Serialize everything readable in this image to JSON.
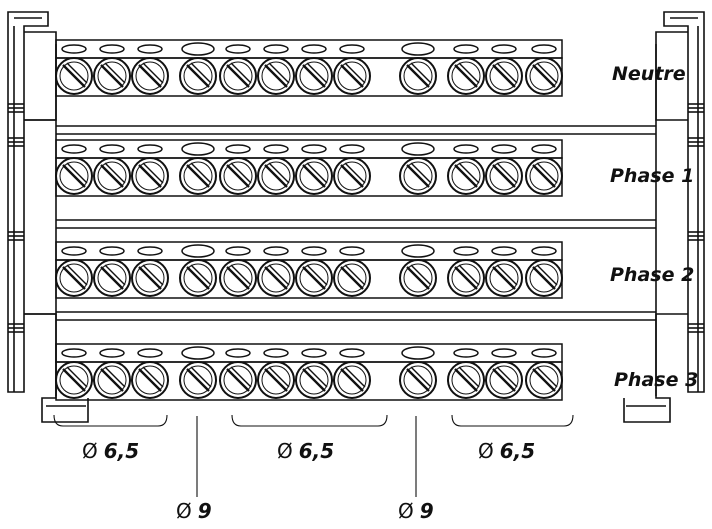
{
  "diagram": {
    "bars": [
      {
        "label": "Neutre"
      },
      {
        "label": "Phase 1"
      },
      {
        "label": "Phase 2"
      },
      {
        "label": "Phase 3"
      }
    ],
    "dimensions": {
      "group1": {
        "symbol": "Ø",
        "value": "6,5"
      },
      "group2": {
        "symbol": "Ø",
        "value": "6,5"
      },
      "group3": {
        "symbol": "Ø",
        "value": "6,5"
      },
      "large1": {
        "symbol": "Ø",
        "value": "9"
      },
      "large2": {
        "symbol": "Ø",
        "value": "9"
      }
    },
    "colors": {
      "stroke": "#111111",
      "background": "#ffffff"
    }
  }
}
